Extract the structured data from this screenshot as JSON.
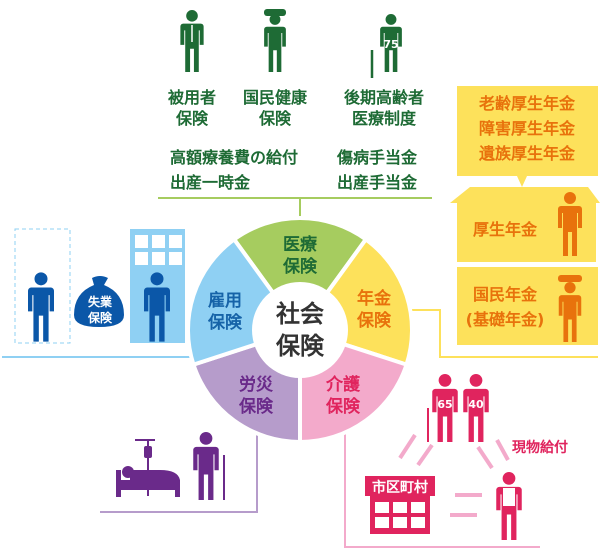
{
  "center": {
    "line1": "社会",
    "line2": "保険"
  },
  "segments": {
    "medical": {
      "line1": "医療",
      "line2": "保険",
      "color": "#a6cc5f",
      "text_color": "#1e6b35"
    },
    "pension": {
      "line1": "年金",
      "line2": "保険",
      "color": "#fde15b",
      "text_color": "#e8720c"
    },
    "care": {
      "line1": "介護",
      "line2": "保険",
      "color": "#f3aacb",
      "text_color": "#e0245e"
    },
    "workers": {
      "line1": "労災",
      "line2": "保険",
      "color": "#b69ccb",
      "text_color": "#6a2a8a"
    },
    "employment": {
      "line1": "雇用",
      "line2": "保険",
      "color": "#8fd0f3",
      "text_color": "#1663a8"
    }
  },
  "medical_panel": {
    "categories": [
      {
        "line1": "被用者",
        "line2": "保険"
      },
      {
        "line1": "国民健康",
        "line2": "保険"
      },
      {
        "line1": "後期高齢者",
        "line2": "医療制度",
        "badge": "75"
      }
    ],
    "benefits_left": [
      "高額療養費の給付",
      "出産一時金"
    ],
    "benefits_right": [
      "傷病手当金",
      "出産手当金"
    ]
  },
  "pension_panel": {
    "callout": [
      "老齢厚生年金",
      "障害厚生年金",
      "遺族厚生年金"
    ],
    "employee_pension": "厚生年金",
    "national_pension": [
      "国民年金",
      "(基礎年金)"
    ]
  },
  "employment_panel": {
    "bag_label": [
      "失業",
      "保険"
    ]
  },
  "care_panel": {
    "badges": [
      "65",
      "40"
    ],
    "municipality": "市区町村",
    "in_kind": "現物給付"
  }
}
